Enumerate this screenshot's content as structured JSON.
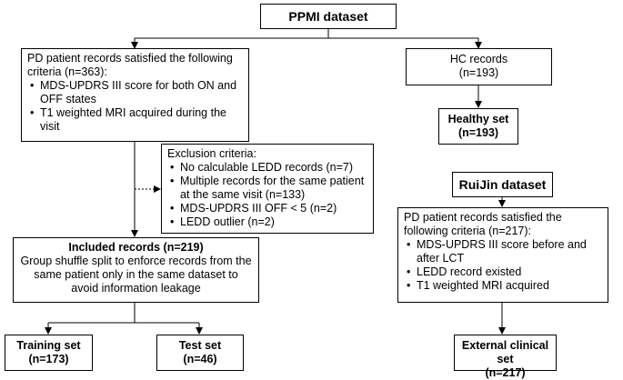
{
  "nodes": {
    "ppmi": {
      "label": "PPMI dataset"
    },
    "pd_ppmi": {
      "intro": "PD patient records satisfied the following criteria (n=363):",
      "items": [
        "MDS-UPDRS III score for both ON and OFF states",
        "T1 weighted MRI acquired during the visit"
      ]
    },
    "hc": {
      "line1": "HC records",
      "line2": "(n=193)"
    },
    "healthy": {
      "line1": "Healthy set",
      "line2": "(n=193)"
    },
    "exclusion": {
      "title": "Exclusion criteria:",
      "items": [
        "No calculable LEDD records (n=7)",
        "Multiple records for the same patient at the same visit (n=133)",
        "MDS-UPDRS III OFF < 5 (n=2)",
        "LEDD outlier (n=2)"
      ]
    },
    "ruijin": {
      "label": "RuiJin dataset"
    },
    "pd_ruijin": {
      "intro": "PD patient records satisfied the following criteria (n=217):",
      "items": [
        "MDS-UPDRS III score before and after LCT",
        "LEDD record existed",
        "T1 weighted MRI acquired"
      ]
    },
    "included": {
      "title": "Included records (n=219)",
      "body": "Group shuffle split to enforce records from the same patient only in the same dataset to avoid information leakage"
    },
    "training": {
      "line1": "Training set",
      "line2": "(n=173)"
    },
    "test": {
      "line1": "Test set",
      "line2": "(n=46)"
    },
    "external": {
      "line1": "External clinical set",
      "line2": "(n=217)"
    }
  }
}
